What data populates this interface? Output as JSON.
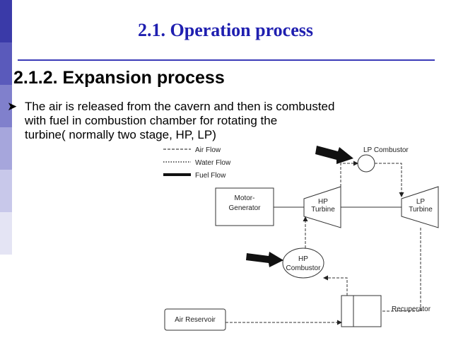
{
  "slide": {
    "title": "2.1. Operation process",
    "subtitle": "2.1.2. Expansion process",
    "bullet_text": "The air is released from the cavern and then is combusted\nwith fuel in combustion chamber for rotating the\nturbine( normally two stage, HP, LP)",
    "bullet_icon": "arrow-bullet-icon",
    "colors": {
      "title": "#1f1fb0",
      "sidebar_top": "#3a3aa8",
      "sidebar_bottom": "#ffffff"
    }
  },
  "diagram": {
    "legend": {
      "air_flow": "Air Flow",
      "water_flow": "Water Flow",
      "fuel_flow": "Fuel Flow"
    },
    "components": {
      "motor_generator": [
        "Motor-",
        "Generator"
      ],
      "hp_turbine": [
        "HP",
        "Turbine"
      ],
      "lp_turbine": [
        "LP",
        "Turbine"
      ],
      "lp_combustor": "LP Combustor",
      "hp_combustor": [
        "HP",
        "Combustor"
      ],
      "air_reservoir": "Air Reservoir",
      "recuperator": "Recuperator"
    }
  }
}
